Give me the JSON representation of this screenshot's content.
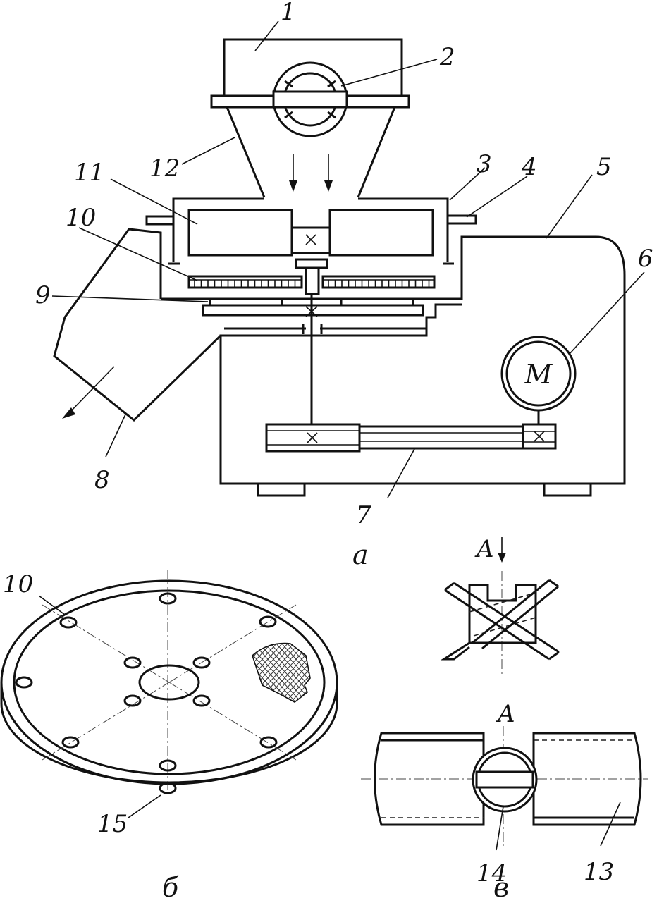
{
  "labels": {
    "n1": "1",
    "n2": "2",
    "n3": "3",
    "n4": "4",
    "n5": "5",
    "n6": "6",
    "n7": "7",
    "n8": "8",
    "n9": "9",
    "n10": "10",
    "n11": "11",
    "n12": "12",
    "n10b": "10",
    "n13": "13",
    "n14": "14",
    "n15": "15",
    "motor": "M",
    "viewA_top": "A",
    "viewA_bottom": "A"
  },
  "subfigures": {
    "a": "а",
    "b": "б",
    "v": "в"
  }
}
